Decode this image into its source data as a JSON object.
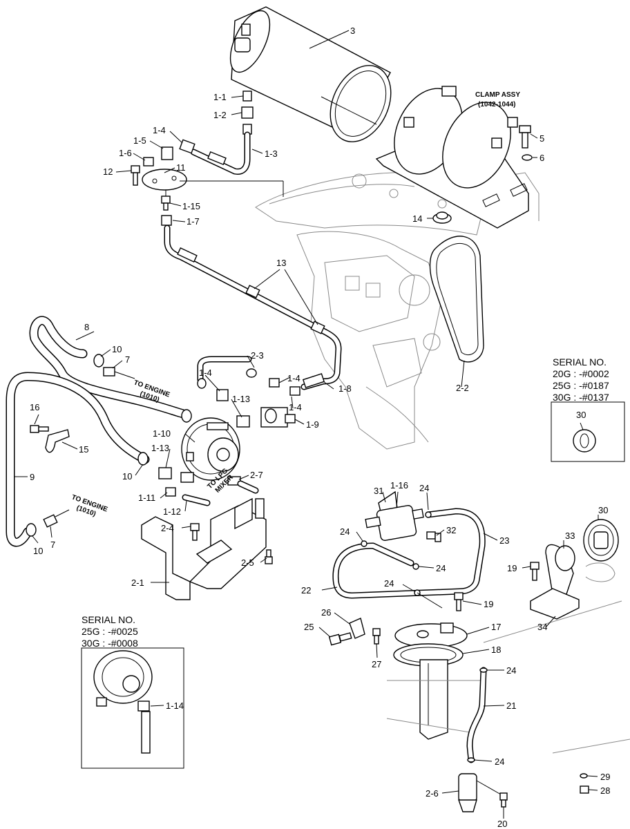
{
  "callouts": [
    "3",
    "1-1",
    "1-2",
    "1-3",
    "1-4",
    "1-5",
    "1-6",
    "12",
    "11",
    "1-15",
    "1-7",
    "5",
    "6",
    "14",
    "13",
    "8",
    "10",
    "7",
    "2-3",
    "1-4",
    "1-4",
    "1-8",
    "1-4",
    "1-13",
    "1-9",
    "16",
    "15",
    "1-10",
    "1-13",
    "9",
    "10",
    "2-7",
    "1-11",
    "1-12",
    "2-4",
    "10",
    "7",
    "2-5",
    "2-1",
    "2-2",
    "31",
    "1-16",
    "24",
    "24",
    "32",
    "23",
    "24",
    "22",
    "24",
    "30",
    "33",
    "19",
    "19",
    "17",
    "18",
    "34",
    "26",
    "25",
    "27",
    "24",
    "21",
    "1-14",
    "24",
    "29",
    "28",
    "2-6",
    "20"
  ],
  "notes": {
    "clamp_assy": "CLAMP ASSY",
    "clamp_range": "(1042-1044)",
    "to_engine_1": "TO ENGINE",
    "to_engine_1_code": "(1010)",
    "to_engine_2": "TO ENGINE",
    "to_engine_2_code": "(1010)",
    "to_lpg": "TO LPG",
    "mixer": "MIXER"
  },
  "serial_box_1": {
    "title": "SERIAL NO.",
    "lines": [
      "20G : -#0002",
      "25G : -#0187",
      "30G : -#0137"
    ],
    "part": "30"
  },
  "serial_box_2": {
    "title": "SERIAL NO.",
    "lines": [
      "25G : -#0025",
      "30G : -#0008"
    ]
  }
}
